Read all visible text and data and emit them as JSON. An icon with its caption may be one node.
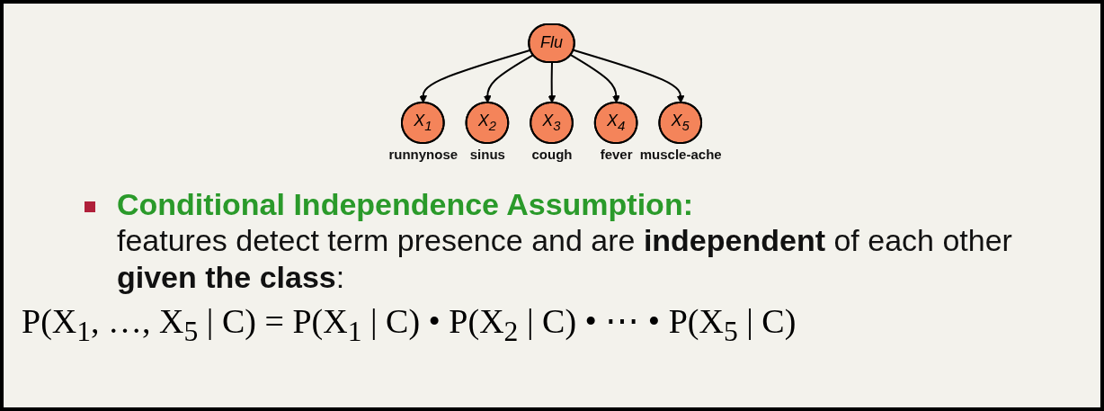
{
  "diagram": {
    "nodes": [
      {
        "text": [
          "Flu"
        ]
      },
      {
        "text": [
          "X$_{1}$"
        ],
        "beside": [
          "runnynose"
        ]
      },
      {
        "text": [
          "X$_{2}$"
        ],
        "beside": [
          "sinus"
        ]
      },
      {
        "text": [
          "X$_{3}$"
        ],
        "beside": [
          "cough"
        ]
      },
      {
        "text": [
          "X$_{4}$"
        ],
        "beside": [
          "fever"
        ]
      },
      {
        "text": [
          "X$_{5}$"
        ],
        "beside": [
          "muscle-ache"
        ]
      }
    ],
    "edges": [
      {
        "from": 0,
        "to": 1,
        "arrow": "to"
      },
      {
        "from": 0,
        "to": 2,
        "arrow": "to"
      },
      {
        "from": 0,
        "to": 3,
        "arrow": "to"
      },
      {
        "from": 0,
        "to": 4,
        "arrow": "to"
      },
      {
        "from": 0,
        "to": 5,
        "arrow": "to"
      }
    ],
    "labels": [
      "Conditional Independence Assumption:",
      "features detect term presence and are **independent** of each other **given the class**:",
      "P(X$_{1}$, …, X$_{5}$ | C) = P(X$_{1}$ | C) • P(X$_{2}$ | C) • ⋯ • P(X$_{5}$ | C)"
    ]
  }
}
